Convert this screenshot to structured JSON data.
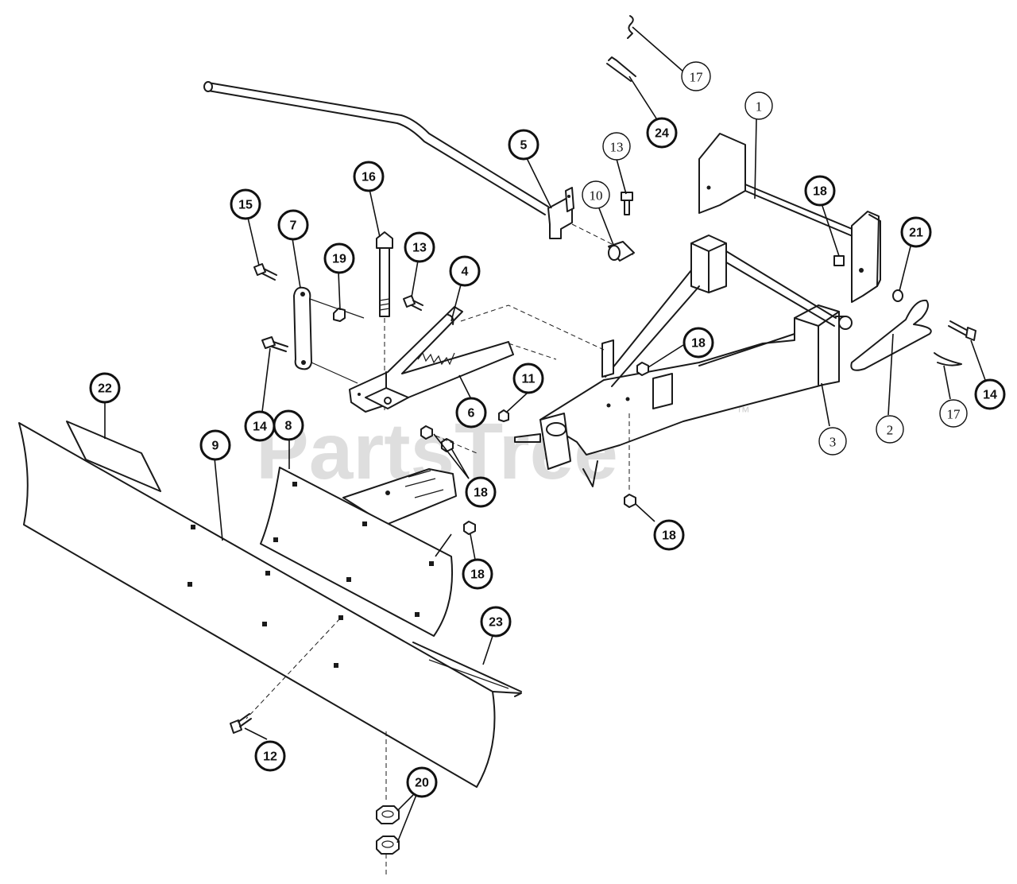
{
  "watermark": {
    "text": "PartsTree",
    "trademark": "™"
  },
  "callouts": [
    {
      "id": "c17a",
      "label": "17",
      "style": "plain"
    },
    {
      "id": "c24",
      "label": "24",
      "style": "bold"
    },
    {
      "id": "c1",
      "label": "1",
      "style": "plain"
    },
    {
      "id": "c5",
      "label": "5",
      "style": "bold"
    },
    {
      "id": "c13a",
      "label": "13",
      "style": "plain"
    },
    {
      "id": "c10",
      "label": "10",
      "style": "plain"
    },
    {
      "id": "c16",
      "label": "16",
      "style": "bold"
    },
    {
      "id": "c15",
      "label": "15",
      "style": "bold"
    },
    {
      "id": "c7",
      "label": "7",
      "style": "bold"
    },
    {
      "id": "c19",
      "label": "19",
      "style": "bold"
    },
    {
      "id": "c13b",
      "label": "13",
      "style": "bold"
    },
    {
      "id": "c4",
      "label": "4",
      "style": "bold"
    },
    {
      "id": "c18a",
      "label": "18",
      "style": "bold"
    },
    {
      "id": "c21",
      "label": "21",
      "style": "bold"
    },
    {
      "id": "c18b",
      "label": "18",
      "style": "bold"
    },
    {
      "id": "c11",
      "label": "11",
      "style": "bold"
    },
    {
      "id": "c22",
      "label": "22",
      "style": "bold"
    },
    {
      "id": "c14a",
      "label": "14",
      "style": "bold"
    },
    {
      "id": "c8",
      "label": "8",
      "style": "bold"
    },
    {
      "id": "c9",
      "label": "9",
      "style": "bold"
    },
    {
      "id": "c6",
      "label": "6",
      "style": "bold"
    },
    {
      "id": "c3",
      "label": "3",
      "style": "plain"
    },
    {
      "id": "c2",
      "label": "2",
      "style": "plain"
    },
    {
      "id": "c17b",
      "label": "17",
      "style": "plain"
    },
    {
      "id": "c14b",
      "label": "14",
      "style": "bold"
    },
    {
      "id": "c18c",
      "label": "18",
      "style": "bold"
    },
    {
      "id": "c18d",
      "label": "18",
      "style": "bold"
    },
    {
      "id": "c18e",
      "label": "18",
      "style": "bold"
    },
    {
      "id": "c23",
      "label": "23",
      "style": "bold"
    },
    {
      "id": "c12",
      "label": "12",
      "style": "bold"
    },
    {
      "id": "c20",
      "label": "20",
      "style": "bold"
    }
  ]
}
